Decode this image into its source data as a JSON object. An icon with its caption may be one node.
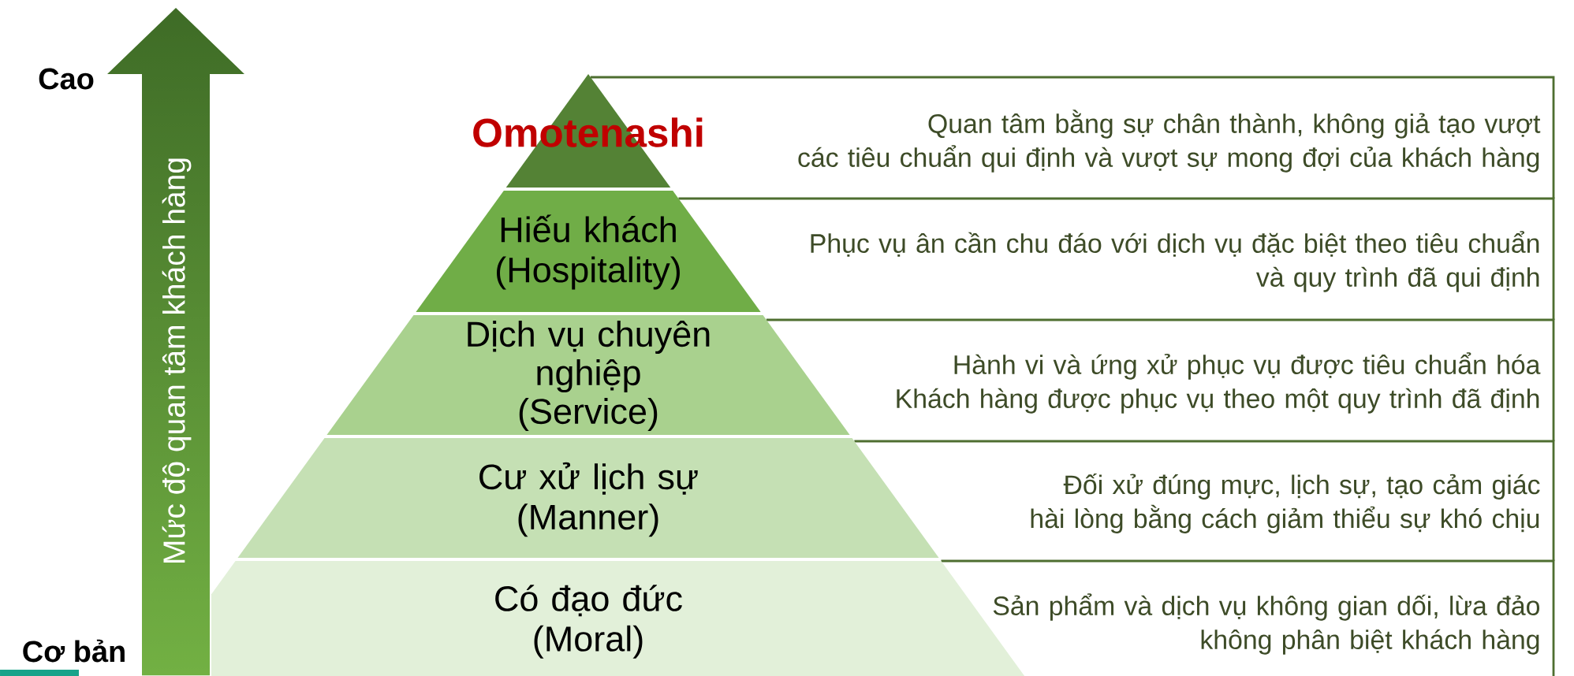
{
  "diagram": {
    "nodes": [
      {
        "text": [
          "Omotenashi"
        ]
      },
      {
        "text": [
          "Quan tâm bằng sự chân thành, không giả tạo vượt các tiêu chuẩn qui định và vượt sự mong đợi của khách hàng"
        ]
      },
      {
        "text": [
          "Hiếu khách",
          "(Hospitality)"
        ]
      },
      {
        "text": [
          "Phục vụ ân cần chu đáo với dịch vụ đặc biệt theo tiêu chuẩn và quy trình đã qui định"
        ]
      },
      {
        "text": [
          "Dịch vụ chuyên nghiệp",
          "(Service)"
        ]
      },
      {
        "text": [
          "Hành vi và ứng xử phục vụ được tiêu chuẩn hóa",
          "Khách hàng được phục vụ theo một quy trình đã định"
        ]
      },
      {
        "text": [
          "Cư xử lịch sự",
          "(Manner)"
        ]
      },
      {
        "text": [
          "Đối xử đúng mực, lịch sự, tạo cảm giác hài lòng bằng cách giảm thiểu sự khó chịu"
        ]
      },
      {
        "text": [
          "Có đạo đức",
          "(Moral)"
        ]
      },
      {
        "text": [
          "Sản phẩm và dịch vụ không gian dối, lừa đảo không phân biệt khách hàng"
        ]
      }
    ],
    "labels": [
      "Cao",
      "Mức độ quan tâm khách hàng",
      "Cơ bản"
    ]
  }
}
